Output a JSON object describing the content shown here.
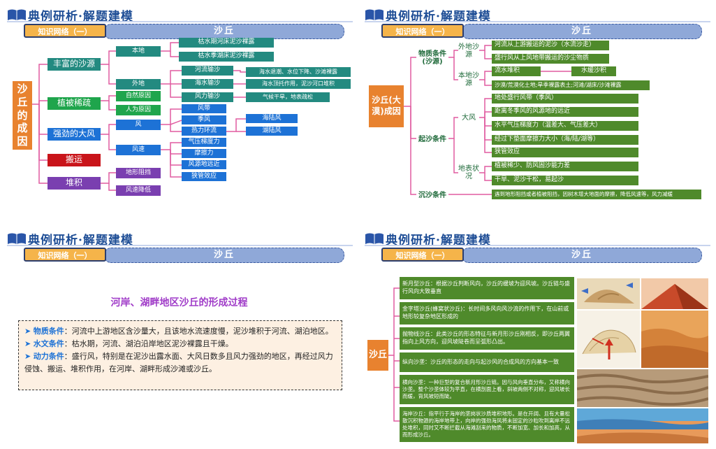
{
  "header": {
    "title": "典例研析·解题建模",
    "badge": "知识网络（一）",
    "bar_label": "沙丘"
  },
  "panel1": {
    "root": "沙丘的成因",
    "level1": [
      "丰富的沙源",
      "植被稀疏",
      "强劲的大风",
      "搬运",
      "堆积"
    ],
    "level2": [
      "本地",
      "外地",
      "自然原因",
      "人为原因",
      "风",
      "风速",
      "地形阻挡",
      "风速降低"
    ],
    "bendi": [
      "枯水期河床泥沙裸露",
      "枯水季湖床泥沙裸露"
    ],
    "waidi": [
      "河流输沙",
      "海水输沙",
      "风力输沙"
    ],
    "waidi_detail": [
      "海水退潮、水位下降、沙滩裸露",
      "海水顶托作用，泥沙河口堆积",
      "气候干旱，地表疏松"
    ],
    "feng": [
      "风带",
      "季风",
      "热力环流"
    ],
    "feng_detail": [
      "海陆风",
      "湖陆风"
    ],
    "fengsu": [
      "气压梯度力",
      "摩擦力",
      "风源地远近",
      "狭管效应"
    ]
  },
  "panel2": {
    "root": "沙丘(大漠)成因",
    "cat1": "物质条件(沙源)",
    "cat2": "起沙条件",
    "cat3": "沉沙条件",
    "waidi_label": "外地沙源",
    "bendi_label": "本地沙源",
    "dafeng_label": "大风",
    "dibiao_label": "地表状况",
    "waidi_items": [
      "河流从上游搬运的泥沙（水流沙走）",
      "盛行风从上风地带搬运的沙尘物质"
    ],
    "bendi_items": [
      "流水堆积",
      "沙漠/荒漠化土地;旱季裸露表土;河滩/湖床/沙滩裸露"
    ],
    "bendi_extra": "水缓沙积",
    "dafeng_items": [
      "地处盛行风带（季风）",
      "距离冬季风的风源地的远近",
      "水平气压梯度力（温差大、气压差大）",
      "经过下垫面摩擦力大小（海/陆/湖等）",
      "狭管效应"
    ],
    "dibiao_items": [
      "植被稀少、防风固沙能力差",
      "干旱、泥沙干松，易起沙"
    ],
    "chensha_item": "遇到地形阻挡或者植被阻挡，因树木增大地面的摩擦，降低风速等，风力减缓"
  },
  "panel3": {
    "heading": "河岸、湖畔地区沙丘的形成过程",
    "items": [
      {
        "label": "物质条件",
        "text": "：河流中上游地区含沙量大，且该地水流速度慢，泥沙堆积于河流、湖泊地区。"
      },
      {
        "label": "水文条件",
        "text": "：枯水期，河流、湖泊沿岸地区泥沙裸露且干燥。"
      },
      {
        "label": "动力条件",
        "text": "：盛行风，特别是在泥沙出露水面、大风日数多且风力强劲的地区，再经过风力侵蚀、搬运、堆积作用，在河岸、湖畔形成沙滩或沙丘。"
      }
    ]
  },
  "panel4": {
    "root": "沙丘",
    "types": [
      "新月型沙丘：根据沙丘判断风向，沙丘的缓坡为迎风坡。沙丘链与盛行风向大致垂直",
      "金字塔沙丘(蜂窝状沙丘)：长时间多风向风沙流的作用下，在山前或地形较复杂地区形成的",
      "抛物线沙丘：此类沙丘的形态特征与新月形沙丘刚相反，即沙丘两翼指向上风方向，迎风坡陡卷而呈弧形凸出。",
      "纵向沙垄：沙丘的形态的走向与起沙风的合成风的方向基本一致",
      "横向沙垄：一种巨型的复合新月形沙丘链。因与风向垂直分布，又称横向沙垄。整个沙垄体较为平直，在横剖面上看，斜坡两侧不对称，迎风坡长而缓，背风坡短而陡。",
      "海岸沙丘：指平行于海岸的垄岗状沙质堆积地形。是在开阔、且有大量松散沉积物源的海岸地带上，向岸的强劲海风将未固定的沙粒吹到离岸不远处堆积，同时又不断拦截从海滩刮来的物质，不断加宽、加长和加高，从而形成沙丘。"
    ]
  },
  "colors": {
    "title": "#1f4e96",
    "badge": "#f5b44a",
    "bar": "#8fa8d8",
    "teal": "#238a80",
    "blue": "#1d72d6",
    "green": "#1fa54c",
    "purple": "#7a3fb0",
    "red": "#c9141a",
    "orange": "#e8822f",
    "dark_green": "#4f8a2b",
    "connector": "#e05ca0"
  }
}
